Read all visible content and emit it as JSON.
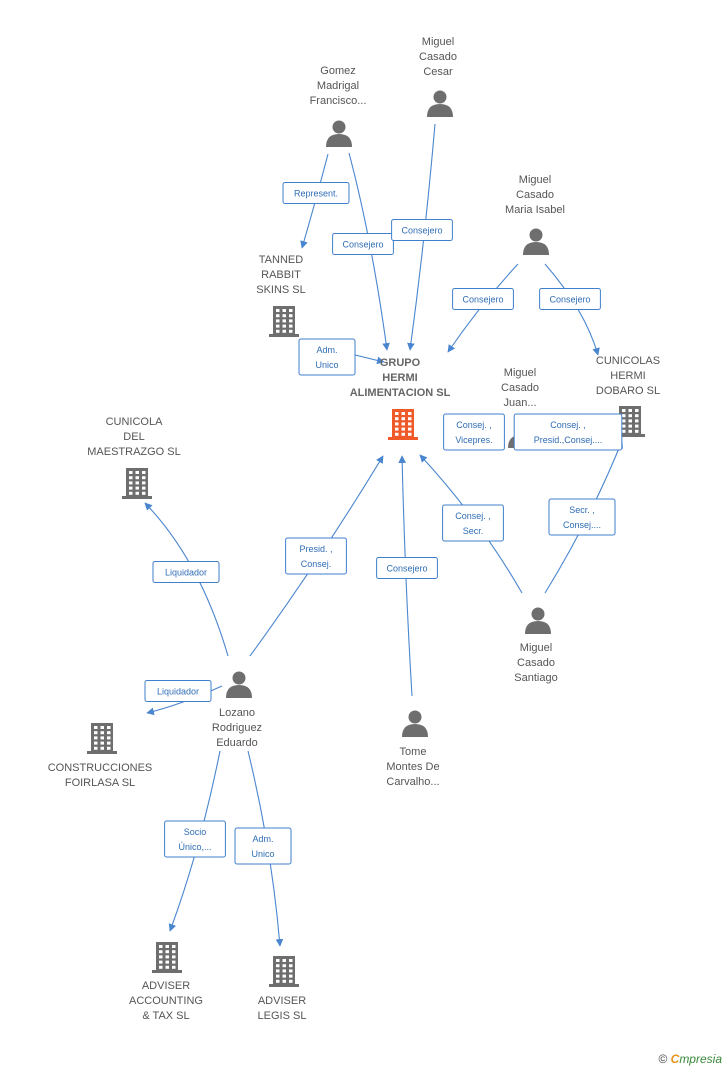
{
  "colors": {
    "edge": "#4a86cf",
    "person": "#6e6e6e",
    "company": "#6e6e6e",
    "main_company": "#f05a28"
  },
  "nodes": [
    {
      "id": "grupo",
      "type": "company",
      "main": true,
      "lines": [
        "GRUPO",
        "HERMI",
        "ALIMENTACION SL"
      ]
    },
    {
      "id": "gomez",
      "type": "person",
      "lines": [
        "Gomez",
        "Madrigal",
        "Francisco..."
      ]
    },
    {
      "id": "cesar",
      "type": "person",
      "lines": [
        "Miguel",
        "Casado",
        "Cesar"
      ]
    },
    {
      "id": "isabel",
      "type": "person",
      "lines": [
        "Miguel",
        "Casado",
        "Maria Isabel"
      ]
    },
    {
      "id": "tanned",
      "type": "company",
      "lines": [
        "TANNED",
        "RABBIT",
        "SKINS SL"
      ]
    },
    {
      "id": "juan",
      "type": "person",
      "lines": [
        "Miguel",
        "Casado",
        "Juan..."
      ]
    },
    {
      "id": "cunicolas",
      "type": "company",
      "lines": [
        "CUNICOLAS",
        "HERMI",
        "DOBARO SL"
      ]
    },
    {
      "id": "maestrazgo",
      "type": "company",
      "lines": [
        "CUNICOLA",
        "DEL",
        "MAESTRAZGO SL"
      ]
    },
    {
      "id": "santiago",
      "type": "person",
      "lines": [
        "Miguel",
        "Casado",
        "Santiago"
      ]
    },
    {
      "id": "lozano",
      "type": "person",
      "lines": [
        "Lozano",
        "Rodriguez",
        "Eduardo"
      ]
    },
    {
      "id": "tome",
      "type": "person",
      "lines": [
        "Tome",
        "Montes De",
        "Carvalho..."
      ]
    },
    {
      "id": "foirlasa",
      "type": "company",
      "lines": [
        "CONSTRUCCIONES",
        "FOIRLASA SL"
      ]
    },
    {
      "id": "accounting",
      "type": "company",
      "lines": [
        "ADVISER",
        "ACCOUNTING",
        "& TAX SL"
      ]
    },
    {
      "id": "legis",
      "type": "company",
      "lines": [
        "ADVISER",
        "LEGIS SL"
      ]
    }
  ],
  "edges": [
    {
      "from": "gomez",
      "to": "tanned",
      "label": [
        "Represent."
      ]
    },
    {
      "from": "gomez",
      "to": "grupo",
      "label": [
        "Consejero"
      ]
    },
    {
      "from": "cesar",
      "to": "grupo",
      "label": [
        "Consejero"
      ]
    },
    {
      "from": "isabel",
      "to": "grupo",
      "label": [
        "Consejero"
      ]
    },
    {
      "from": "isabel",
      "to": "cunicolas",
      "label": [
        "Consejero"
      ]
    },
    {
      "from": "tanned",
      "to": "grupo",
      "label": [
        "Adm.",
        "Unico"
      ]
    },
    {
      "from": "juan",
      "to": "grupo",
      "label": [
        "Consej. ,",
        "Vicepres."
      ]
    },
    {
      "from": "juan",
      "to": "cunicolas",
      "label": [
        "Consej. ,",
        "Presid.,Consej...."
      ]
    },
    {
      "from": "santiago",
      "to": "grupo",
      "label": [
        "Consej. ,",
        "Secr."
      ]
    },
    {
      "from": "santiago",
      "to": "cunicolas",
      "label": [
        "Secr. ,",
        "Consej...."
      ]
    },
    {
      "from": "lozano",
      "to": "grupo",
      "label": [
        "Presid. ,",
        "Consej."
      ]
    },
    {
      "from": "lozano",
      "to": "maestrazgo",
      "label": [
        "Liquidador"
      ]
    },
    {
      "from": "lozano",
      "to": "foirlasa",
      "label": [
        "Liquidador"
      ]
    },
    {
      "from": "lozano",
      "to": "accounting",
      "label": [
        "Socio",
        "Único,..."
      ]
    },
    {
      "from": "lozano",
      "to": "legis",
      "label": [
        "Adm.",
        "Unico"
      ]
    },
    {
      "from": "tome",
      "to": "grupo",
      "label": [
        "Consejero"
      ]
    }
  ],
  "brand": {
    "copyright": "©",
    "first_letter": "C",
    "rest": "mpresia"
  }
}
